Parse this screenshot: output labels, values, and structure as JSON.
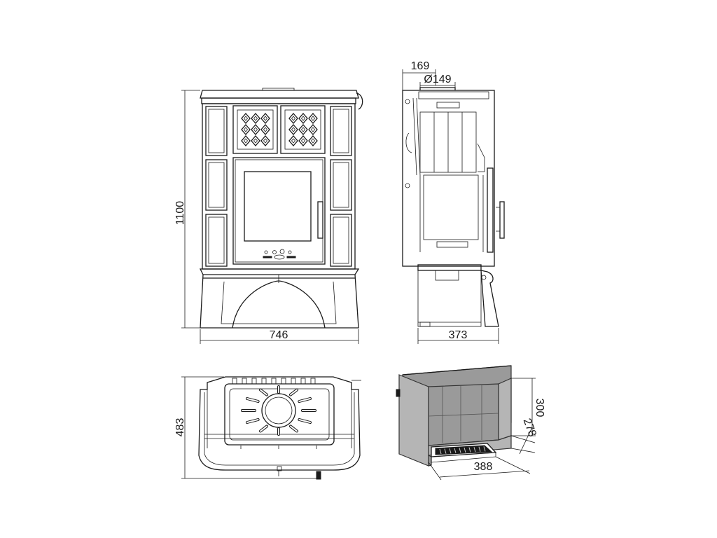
{
  "dimensions": {
    "front_width": "746",
    "front_height": "1100",
    "side_depth": "373",
    "flue_offset": "169",
    "flue_diameter": "Ø149",
    "top_depth": "483",
    "firebox_width": "388",
    "firebox_depth": "278",
    "firebox_height": "300"
  }
}
